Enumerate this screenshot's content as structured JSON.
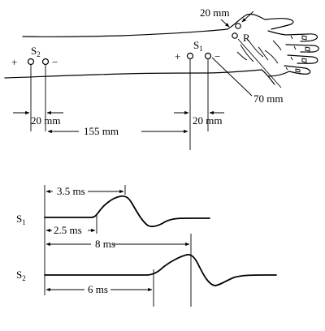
{
  "arm": {
    "electrode_s2": {
      "label": "S",
      "sub": "2",
      "plus": "+",
      "minus": "−"
    },
    "electrode_s1": {
      "label": "S",
      "sub": "1",
      "plus": "+",
      "minus": "−"
    },
    "electrode_r": {
      "label": "R"
    },
    "dim_top_right": "20 mm",
    "dim_diag": "70 mm",
    "dim_s2_pair": "20 mm",
    "dim_s1_pair": "20 mm",
    "dim_between": "155 mm"
  },
  "traces": {
    "s1": {
      "label": "S",
      "sub": "1",
      "latency": "2.5 ms",
      "peak": "3.5 ms"
    },
    "s2": {
      "label": "S",
      "sub": "2",
      "latency": "6 ms",
      "peak": "8 ms"
    }
  }
}
